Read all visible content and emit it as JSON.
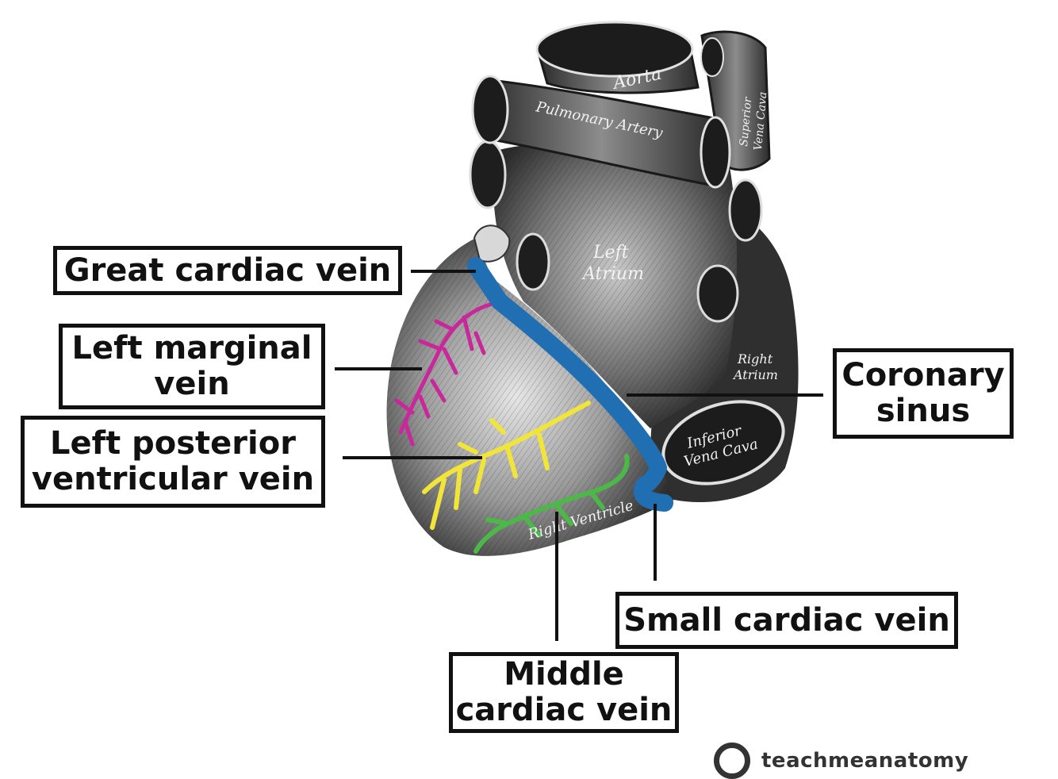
{
  "labels": {
    "great_cardiac": "Great cardiac vein",
    "left_marginal_1": "Left marginal",
    "left_marginal_2": "vein",
    "left_posterior_1": "Left posterior",
    "left_posterior_2": "ventricular vein",
    "coronary_1": "Coronary",
    "coronary_2": "sinus",
    "small_cardiac": "Small cardiac vein",
    "middle_cardiac_1": "Middle",
    "middle_cardiac_2": "cardiac vein"
  },
  "engraved_text": {
    "aorta": "Aorta",
    "pulmonary": "Pulmonary Artery",
    "svc_1": "Superior",
    "svc_2": "Vena Cava",
    "left_atrium_1": "Left",
    "left_atrium_2": "Atrium",
    "right_atrium_1": "Right",
    "right_atrium_2": "Atrium",
    "ivc_1": "Inferior",
    "ivc_2": "Vena Cava",
    "right_ventricle": "Right Ventricle"
  },
  "watermark": "teachmeanatomy",
  "colors": {
    "coronary_sinus": "#1f6fb2",
    "left_marginal_vein": "#c8289a",
    "left_posterior_ventricular_vein": "#f2e53a",
    "middle_cardiac_vein": "#4cb848",
    "heart_dark": "#3a3a3a",
    "heart_light": "#bdbdbd"
  }
}
